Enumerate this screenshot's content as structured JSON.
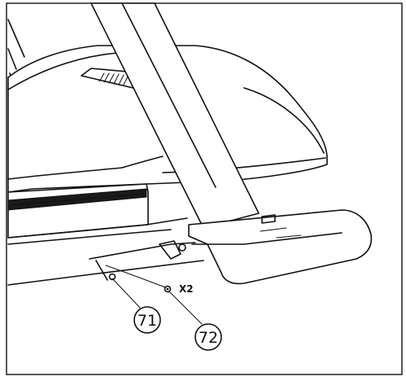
{
  "diagram": {
    "callouts": [
      {
        "id": "part-71",
        "label": "71"
      },
      {
        "id": "part-72",
        "label": "72"
      }
    ],
    "quantity_label": "X2",
    "colors": {
      "ink": "#111111",
      "paper": "#ffffff",
      "belt": "#1a1a1a"
    }
  }
}
